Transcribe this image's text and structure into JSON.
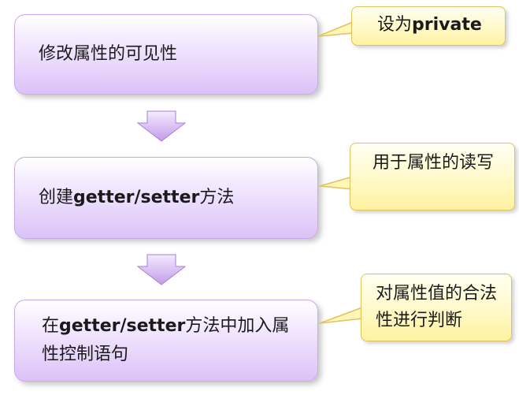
{
  "steps": [
    {
      "prefix": "修改属性的可见性",
      "bold": "",
      "suffix": ""
    },
    {
      "prefix": "创建",
      "bold": "getter/setter",
      "suffix": "方法"
    },
    {
      "prefix": "在",
      "bold": "getter/setter",
      "suffix": "方法中加入属性控制语句"
    }
  ],
  "callouts": [
    {
      "prefix": "设为",
      "bold": "private"
    },
    {
      "text": "用于属性的读写"
    },
    {
      "text": "对属性值的合法性进行判断"
    }
  ],
  "colors": {
    "step_fill": "#dcc2f7",
    "step_border": "#c9a8ec",
    "arrow_fill": "#c39be8",
    "callout_fill": "#fff2a0",
    "callout_border": "#e2c25a"
  }
}
